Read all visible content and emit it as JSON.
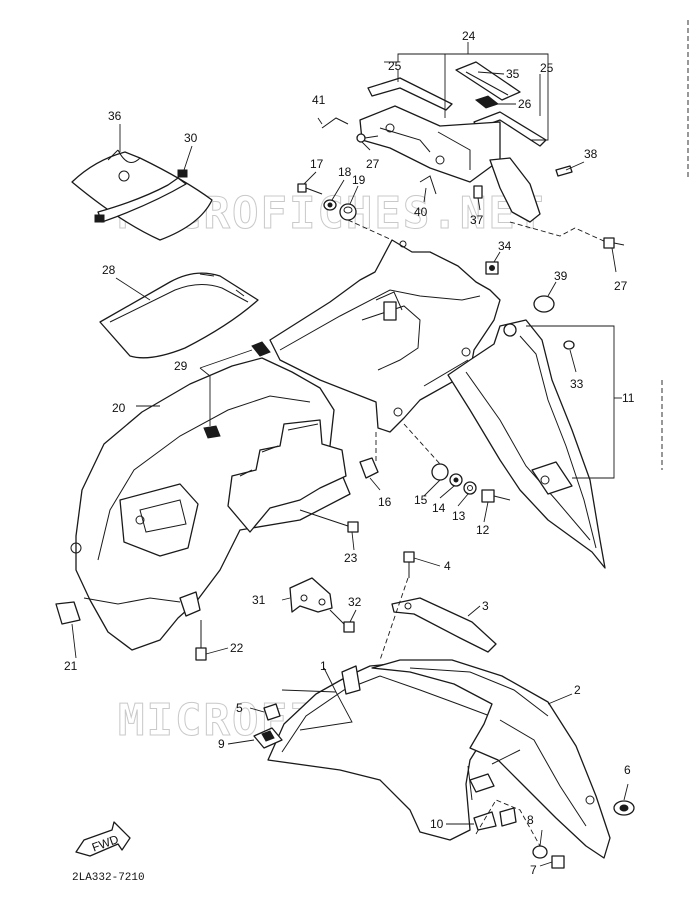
{
  "watermark": "MICROFICHES.NET",
  "diagram_code": "2LA332-7210",
  "fwd_label": "FWD",
  "callouts": {
    "c1": "1",
    "c2": "2",
    "c3": "3",
    "c4": "4",
    "c5": "5",
    "c6": "6",
    "c7": "7",
    "c8": "8",
    "c9": "9",
    "c10": "10",
    "c11": "11",
    "c12": "12",
    "c13": "13",
    "c14": "14",
    "c15": "15",
    "c16": "16",
    "c17": "17",
    "c18": "18",
    "c19": "19",
    "c20": "20",
    "c21": "21",
    "c22": "22",
    "c23": "23",
    "c24": "24",
    "c25a": "25",
    "c25b": "25",
    "c26": "26",
    "c27a": "27",
    "c27b": "27",
    "c28": "28",
    "c29": "29",
    "c30": "30",
    "c31": "31",
    "c32": "32",
    "c33": "33",
    "c34": "34",
    "c35": "35",
    "c36": "36",
    "c37": "37",
    "c38": "38",
    "c39": "39",
    "c40": "40",
    "c41": "41"
  }
}
